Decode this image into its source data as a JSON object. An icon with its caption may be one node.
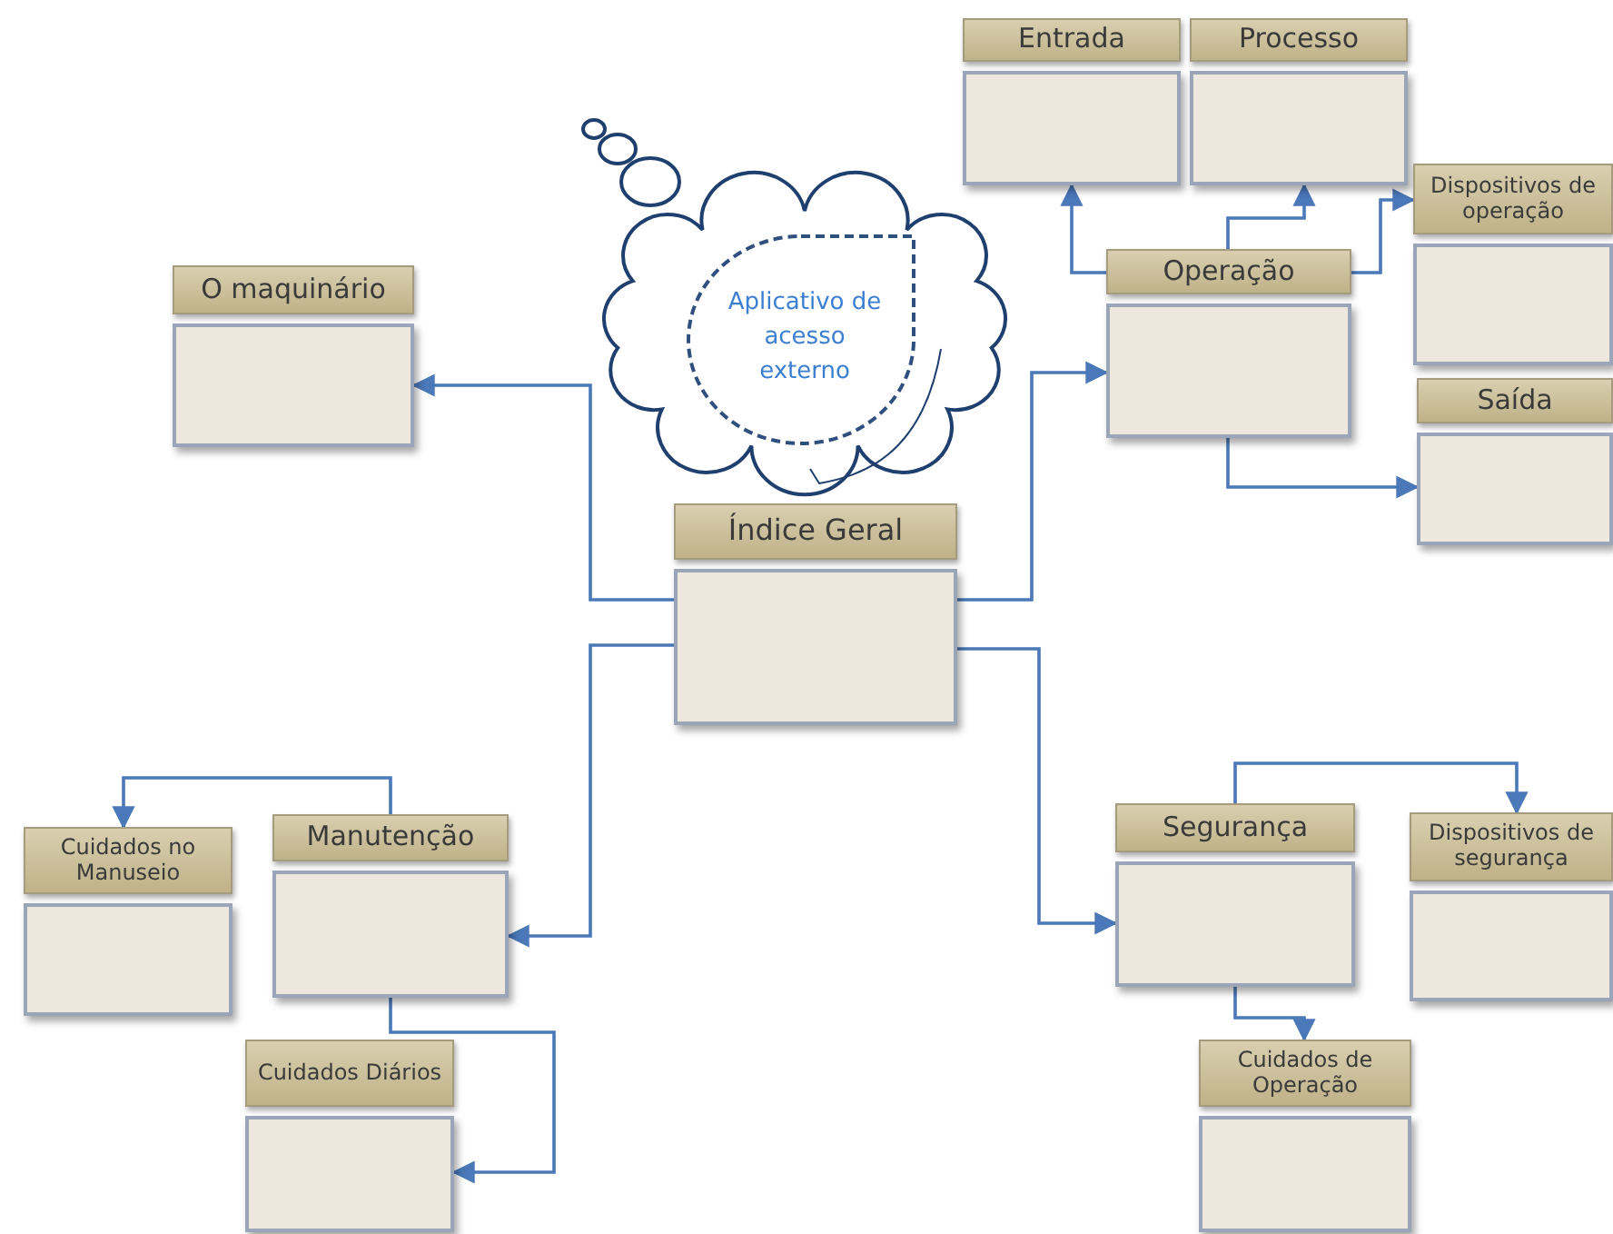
{
  "diagram": {
    "nodes": [
      {
        "text": [
          "Índice Geral"
        ]
      },
      {
        "text": [
          "O maquinário"
        ]
      },
      {
        "text": [],
        "shape": "cloud"
      },
      {
        "text": [
          "Aplicativo de acesso externo"
        ],
        "in": 2
      },
      {
        "text": [
          "Operação"
        ]
      },
      {
        "text": [
          "Entrada"
        ]
      },
      {
        "text": [
          "Processo"
        ]
      },
      {
        "text": [
          "Dispositivos de operação"
        ]
      },
      {
        "text": [
          "Saída"
        ]
      },
      {
        "text": [
          "Manutenção"
        ]
      },
      {
        "text": [
          "Cuidados no Manuseio"
        ]
      },
      {
        "text": [
          "Cuidados Diários"
        ]
      },
      {
        "text": [
          "Segurança"
        ]
      },
      {
        "text": [
          "Dispositivos de segurança"
        ]
      },
      {
        "text": [
          "Cuidados de Operação"
        ]
      }
    ],
    "edges": [
      {
        "from": 0,
        "to": 1,
        "arrow": "to"
      },
      {
        "from": 0,
        "to": 4,
        "arrow": "to"
      },
      {
        "from": 0,
        "to": 9,
        "arrow": "to"
      },
      {
        "from": 0,
        "to": 12,
        "arrow": "to"
      },
      {
        "from": 4,
        "to": 5,
        "arrow": "to"
      },
      {
        "from": 4,
        "to": 6,
        "arrow": "to"
      },
      {
        "from": 4,
        "to": 7,
        "arrow": "to"
      },
      {
        "from": 4,
        "to": 8,
        "arrow": "to"
      },
      {
        "from": 9,
        "to": 10,
        "arrow": "to"
      },
      {
        "from": 9,
        "to": 11,
        "arrow": "to"
      },
      {
        "from": 12,
        "to": 13,
        "arrow": "to"
      },
      {
        "from": 12,
        "to": 14,
        "arrow": "to"
      }
    ]
  }
}
